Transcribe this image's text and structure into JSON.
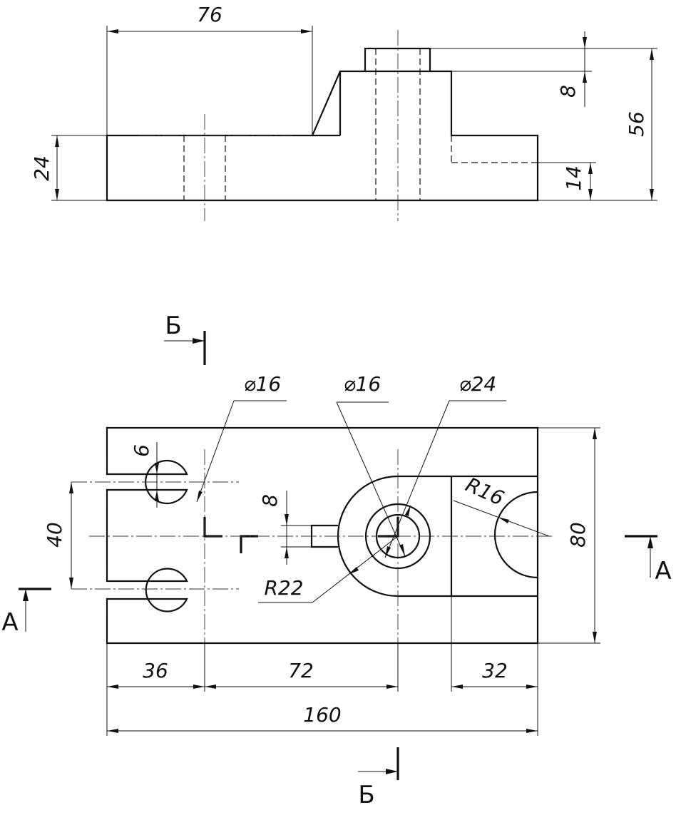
{
  "drawing": {
    "front_view": {
      "dims": {
        "top_width": "76",
        "boss_height": "8",
        "total_height": "56",
        "base_height": "24",
        "pocket_depth": "14"
      }
    },
    "top_view": {
      "dims": {
        "hole_diameter_left": "⌀16",
        "bore_diameter": "⌀16",
        "boss_diameter": "⌀24",
        "slot_width": "6",
        "slot_spacing": "40",
        "rib_width": "8",
        "boss_radius": "R22",
        "notch_radius": "R16",
        "depth": "80",
        "offset_hole": "36",
        "offset_center": "72",
        "pocket_length": "32",
        "overall_length": "160"
      }
    },
    "section_labels": {
      "a_left": "А",
      "a_right": "А",
      "b_top": "Б",
      "b_bottom": "Б"
    }
  }
}
